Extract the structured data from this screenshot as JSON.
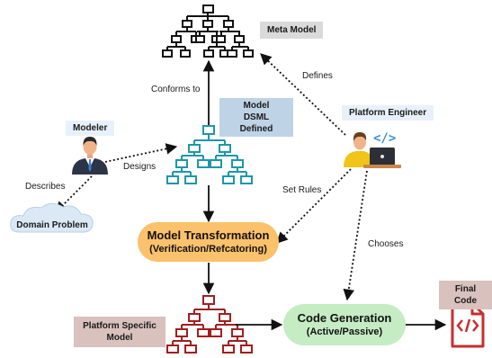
{
  "labels": {
    "meta_model": "Meta Model",
    "model_dsml_line1": "Model",
    "model_dsml_line2": "DSML  Defined",
    "modeler": "Modeler",
    "platform_engineer": "Platform Engineer",
    "domain_problem": "Domain Problem",
    "platform_specific_line1": "Platform Specific",
    "platform_specific_line2": "Model",
    "final_code": "Final Code"
  },
  "process_boxes": {
    "model_transformation": {
      "title": "Model Transformation",
      "subtitle": "(Verification/Refcatoring)"
    },
    "code_generation": {
      "title": "Code Generation",
      "subtitle": "(Active/Passive)"
    }
  },
  "edges": {
    "conforms_to": "Conforms to",
    "defines": "Defines",
    "designs": "Designs",
    "describes": "Describes",
    "set_rules": "Set Rules",
    "chooses": "Chooses"
  },
  "colors": {
    "meta_tree": "#111111",
    "dsml_tree": "#1f97a9",
    "psm_tree": "#a11f1f",
    "transformation_fill": "#fbc16b",
    "code_gen_fill": "#c5ecc3",
    "final_code_icon": "#c62f2f",
    "laptop_code_icon": "#3a8fd6"
  },
  "icons": [
    "modeler-avatar-icon",
    "engineer-laptop-icon",
    "cloud-icon",
    "code-file-icon"
  ]
}
